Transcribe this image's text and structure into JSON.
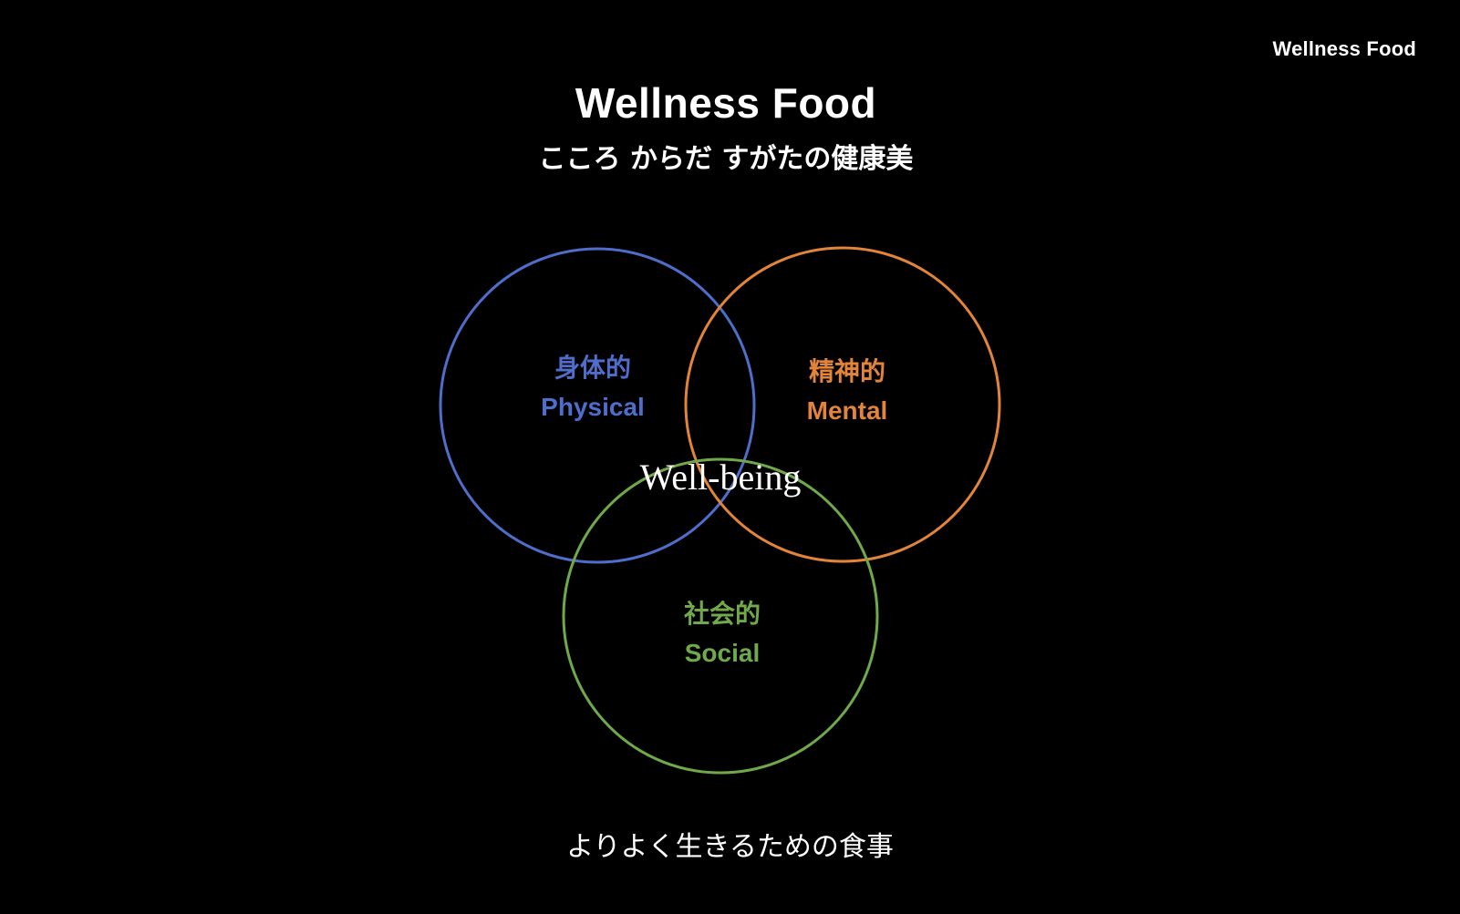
{
  "header": {
    "brand": "Wellness Food"
  },
  "title": {
    "main": "Wellness Food",
    "subtitle": "こころ からだ すがたの健康美"
  },
  "diagram": {
    "center_label": "Well-being",
    "circles": [
      {
        "id": "physical",
        "jp": "身体的",
        "en": "Physical",
        "color": "#4f6ecb"
      },
      {
        "id": "mental",
        "jp": "精神的",
        "en": "Mental",
        "color": "#e2843a"
      },
      {
        "id": "social",
        "jp": "社会的",
        "en": "Social",
        "color": "#6fa94a"
      }
    ]
  },
  "footer": {
    "text": "よりよく生きるための食事"
  }
}
